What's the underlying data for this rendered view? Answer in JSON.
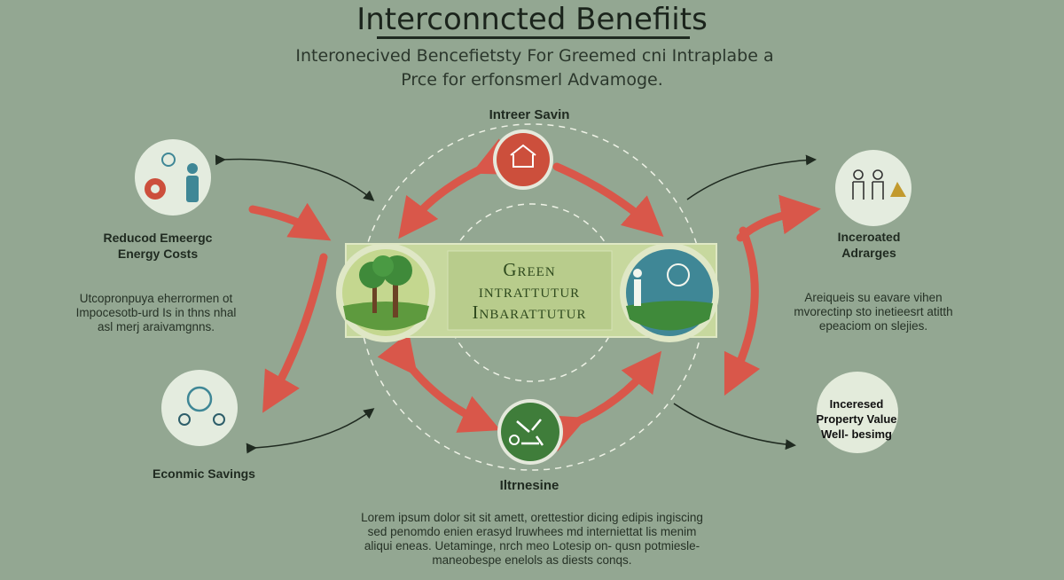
{
  "header": {
    "title": "Interconncted Benefiits",
    "subtitle_line1": "Interonecived Bencefietsty For Greemed cni Intraplabe a",
    "subtitle_line2": "Prce for erfonsmerl Advamoge."
  },
  "center": {
    "line1": "Green",
    "line2": "intrattutur",
    "line3": "Inbarattutur"
  },
  "nodes": {
    "top_label": "Intreer Savin",
    "bottom_label": "Iltrnesine",
    "left_top_label_1": "Reducod Emeergc",
    "left_top_label_2": "Energy Costs",
    "left_paragraph": [
      "Utcopronpuya eherrormen ot",
      "Impocesotb-urd Is in thns nhal",
      "asl merj araivamgnns."
    ],
    "left_bottom_label": "Econmic Savings",
    "right_top_label_1": "Inceroated",
    "right_top_label_2": "Adrarges",
    "right_paragraph": [
      "Areiqueis su eavare vihen",
      "mvorectinp sto inetieesrt atitth",
      "epeaciom on slejies."
    ],
    "right_bottom_circle": [
      "Inceresed",
      "Property Value",
      "Well- besimg"
    ]
  },
  "footer": {
    "paragraph": [
      "Lorem ipsum dolor sit sit amett, orettestior dicing edipis ingiscing",
      "sed penomdo enien erasyd lruwhees md interniettat lis menim",
      "aliqui eneas. Uetaminge, nrch meo Lotesip on- qusn potmiesle-",
      "maneobespe enelols as diests conqs."
    ]
  },
  "colors": {
    "background": "#93a792",
    "accent_red": "#d9574a",
    "center_bar": "#c7d89e",
    "icon_green": "#3f7d3a",
    "icon_blue": "#3f8796"
  }
}
